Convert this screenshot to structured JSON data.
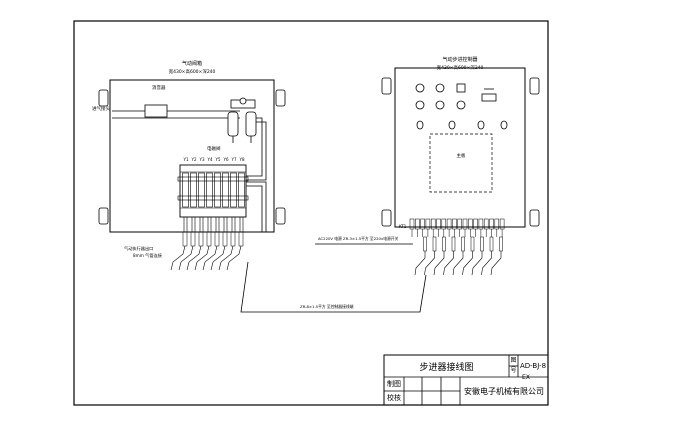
{
  "left_panel": {
    "title": "气动阀箱",
    "dims": "宽430×高600×深240",
    "filter_label": "消音器",
    "air_source_label": "进气接头",
    "manifold_label": "电磁阀",
    "valve_labels": [
      "Y1",
      "Y2",
      "Y3",
      "Y4",
      "Y5",
      "Y6",
      "Y7",
      "Y8"
    ],
    "outlet_label_1": "气动执行器出口",
    "outlet_label_2": "8mm 气管连接"
  },
  "right_panel": {
    "title": "气动步进控制器",
    "dims": "宽430×高600×深240",
    "plc_label": "主板",
    "terminal_prefix": "KT1",
    "power_note": "AC220V 电源 ZR-3×1.5平方 至220v电源开关"
  },
  "cable_note": "ZR-8×1.5平方 至控制器接线端",
  "title_block": {
    "drawing_title": "步进器接线图",
    "drawing_no_label": "图号",
    "drawing_no": "AD-BJ-8",
    "designed_label": "制图",
    "checked_label": "校核",
    "company": "安徽电子机械有限公司",
    "extra_mark": "EX"
  }
}
